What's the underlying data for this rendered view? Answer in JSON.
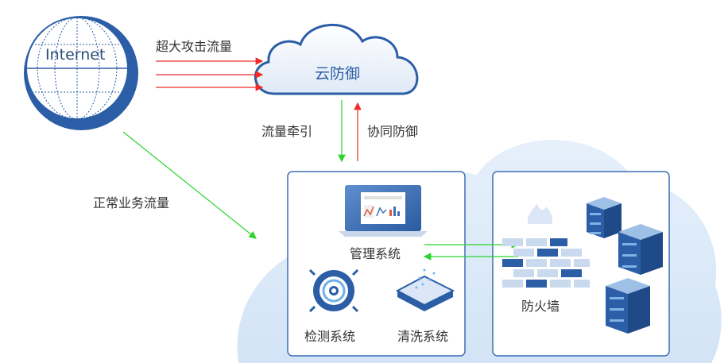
{
  "nodes": {
    "internet": "Internet",
    "cloud_defense": "云防御",
    "management": "管理系统",
    "detection": "检测系统",
    "cleaning": "清洗系统",
    "firewall": "防火墙"
  },
  "edges": {
    "attack_traffic": "超大攻击流量",
    "traffic_diversion": "流量牵引",
    "coordinated_defense": "协同防御",
    "normal_traffic": "正常业务流量"
  },
  "colors": {
    "attack": "#ee2a2a",
    "normal": "#2bd42b",
    "primary": "#2b5ea6",
    "cloud_fill": "#d9e8f8",
    "panel_border": "#3b6fb6"
  }
}
